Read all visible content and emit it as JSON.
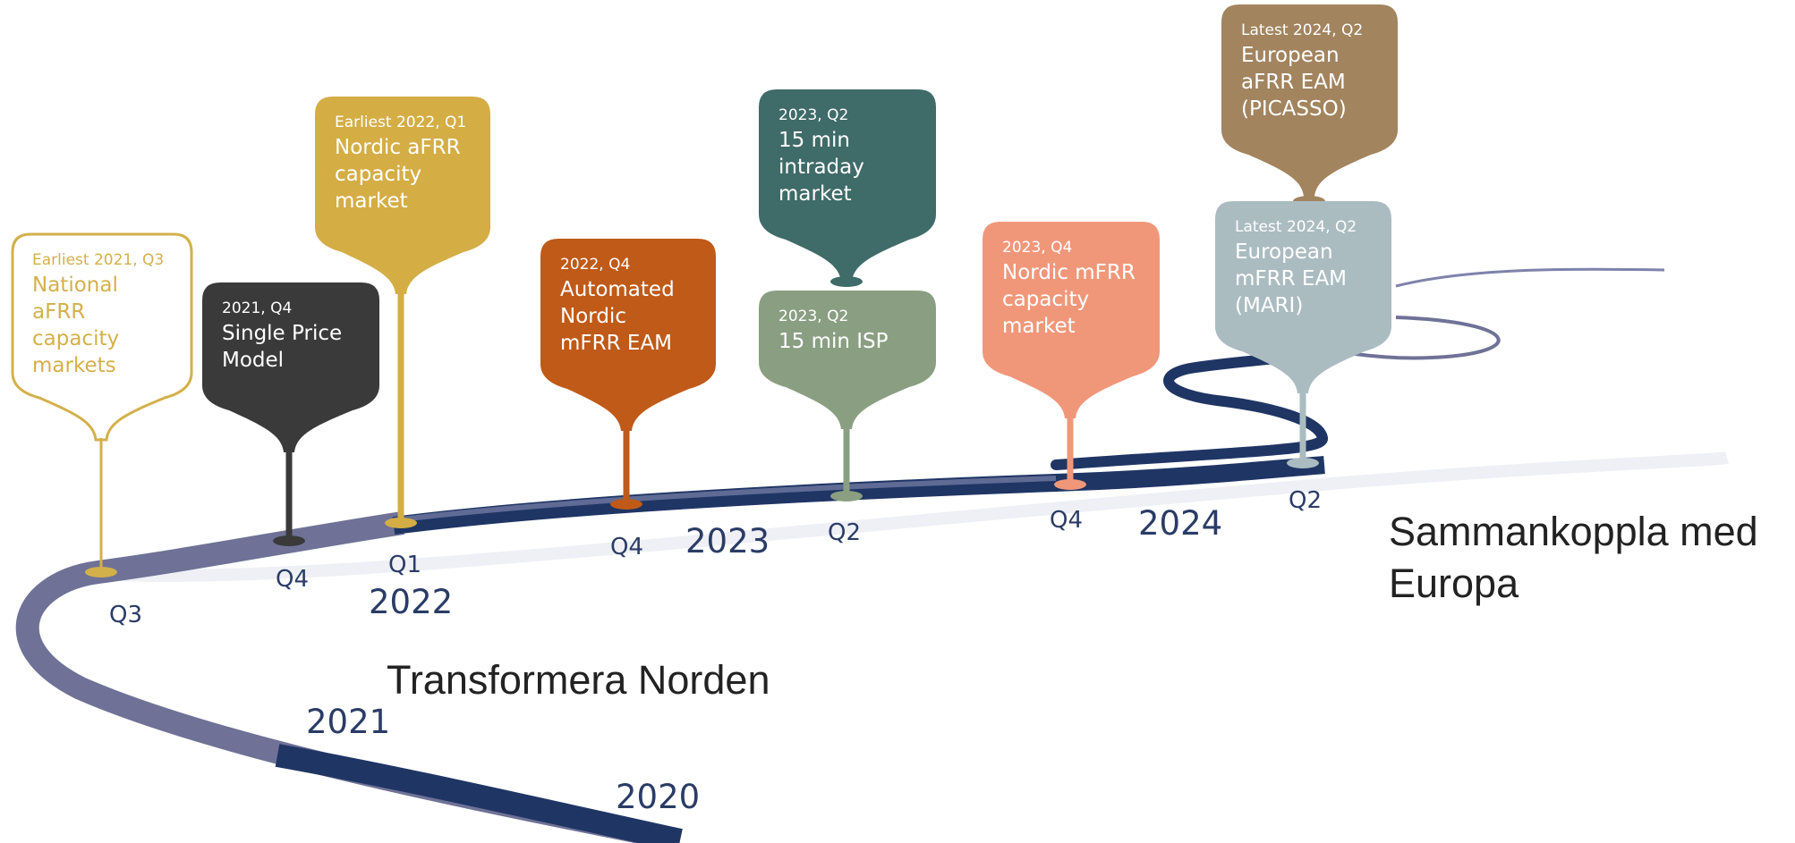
{
  "phases": {
    "transform": "Transformera Norden",
    "connect_line1": "Sammankoppla med",
    "connect_line2": "Europa"
  },
  "years": [
    "2020",
    "2021",
    "2022",
    "2023",
    "2024"
  ],
  "quarters": [
    "Q3",
    "Q4",
    "Q1",
    "Q4",
    "Q2",
    "Q4",
    "Q2"
  ],
  "milestones": [
    {
      "date": "Earliest 2021, Q3",
      "title": [
        "National",
        "aFRR",
        "capacity",
        "markets"
      ],
      "color": "#d4b04a",
      "style": "outline",
      "quarter": "Q3"
    },
    {
      "date": "2021, Q4",
      "title": [
        "Single Price",
        "Model"
      ],
      "color": "#3a3a3a",
      "style": "filled",
      "quarter": "Q4"
    },
    {
      "date": "Earliest 2022, Q1",
      "title": [
        "Nordic aFRR",
        "capacity",
        "market"
      ],
      "color": "#d4ad45",
      "style": "filled",
      "quarter": "Q1"
    },
    {
      "date": "2022, Q4",
      "title": [
        "Automated",
        "Nordic",
        "mFRR EAM"
      ],
      "color": "#c05a18",
      "style": "filled",
      "quarter": "Q4"
    },
    {
      "date": "2023, Q2",
      "title": [
        "15 min",
        "intraday",
        "market"
      ],
      "color": "#3f6b68",
      "style": "filled",
      "quarter": "Q2"
    },
    {
      "date": "2023, Q2",
      "title": [
        "15 min ISP"
      ],
      "color": "#8a9f82",
      "style": "filled",
      "quarter": "Q2"
    },
    {
      "date": "2023, Q4",
      "title": [
        "Nordic mFRR",
        "capacity",
        "market"
      ],
      "color": "#f0977a",
      "style": "filled",
      "quarter": "Q4"
    },
    {
      "date": "Latest 2024, Q2",
      "title": [
        "European",
        "aFRR EAM",
        "(PICASSO)"
      ],
      "color": "#a2845f",
      "style": "filled",
      "quarter": "Q2"
    },
    {
      "date": "Latest 2024, Q2",
      "title": [
        "European",
        "mFRR EAM",
        "(MARI)"
      ],
      "color": "#abbcc1",
      "style": "filled",
      "quarter": "Q2"
    }
  ],
  "colors": {
    "road_dark": "#1f3564",
    "road_light": "#6f7296",
    "axis_text": "#2a3c66"
  }
}
